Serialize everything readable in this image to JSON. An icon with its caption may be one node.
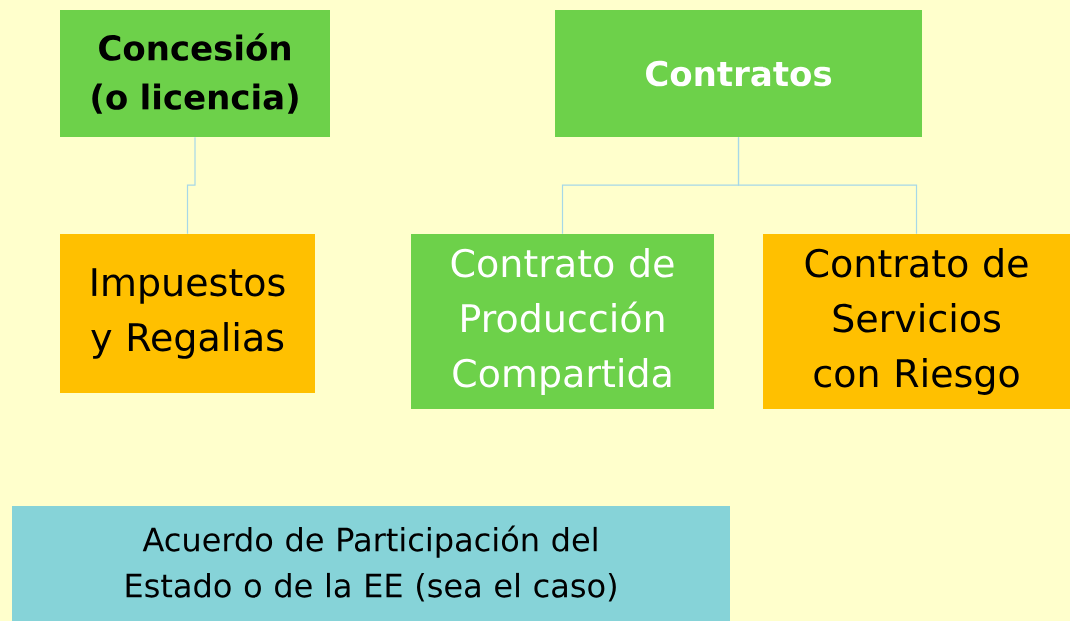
{
  "diagram": {
    "nodes": [
      {
        "text": [
          "Concesión (o licencia)"
        ]
      },
      {
        "text": [
          "Contratos"
        ]
      },
      {
        "text": [
          "Impuestos y Regalias"
        ]
      },
      {
        "text": [
          "Contrato de Producción Compartida"
        ]
      },
      {
        "text": [
          "Contrato de Servicios con Riesgo"
        ]
      },
      {
        "text": [
          "Acuerdo de Participación del Estado o de la EE (sea el caso)"
        ]
      }
    ],
    "edges": [
      {
        "from": 0,
        "to": 2,
        "arrow": "none"
      },
      {
        "from": 1,
        "to": 3,
        "arrow": "none"
      },
      {
        "from": 1,
        "to": 4,
        "arrow": "none"
      }
    ]
  }
}
